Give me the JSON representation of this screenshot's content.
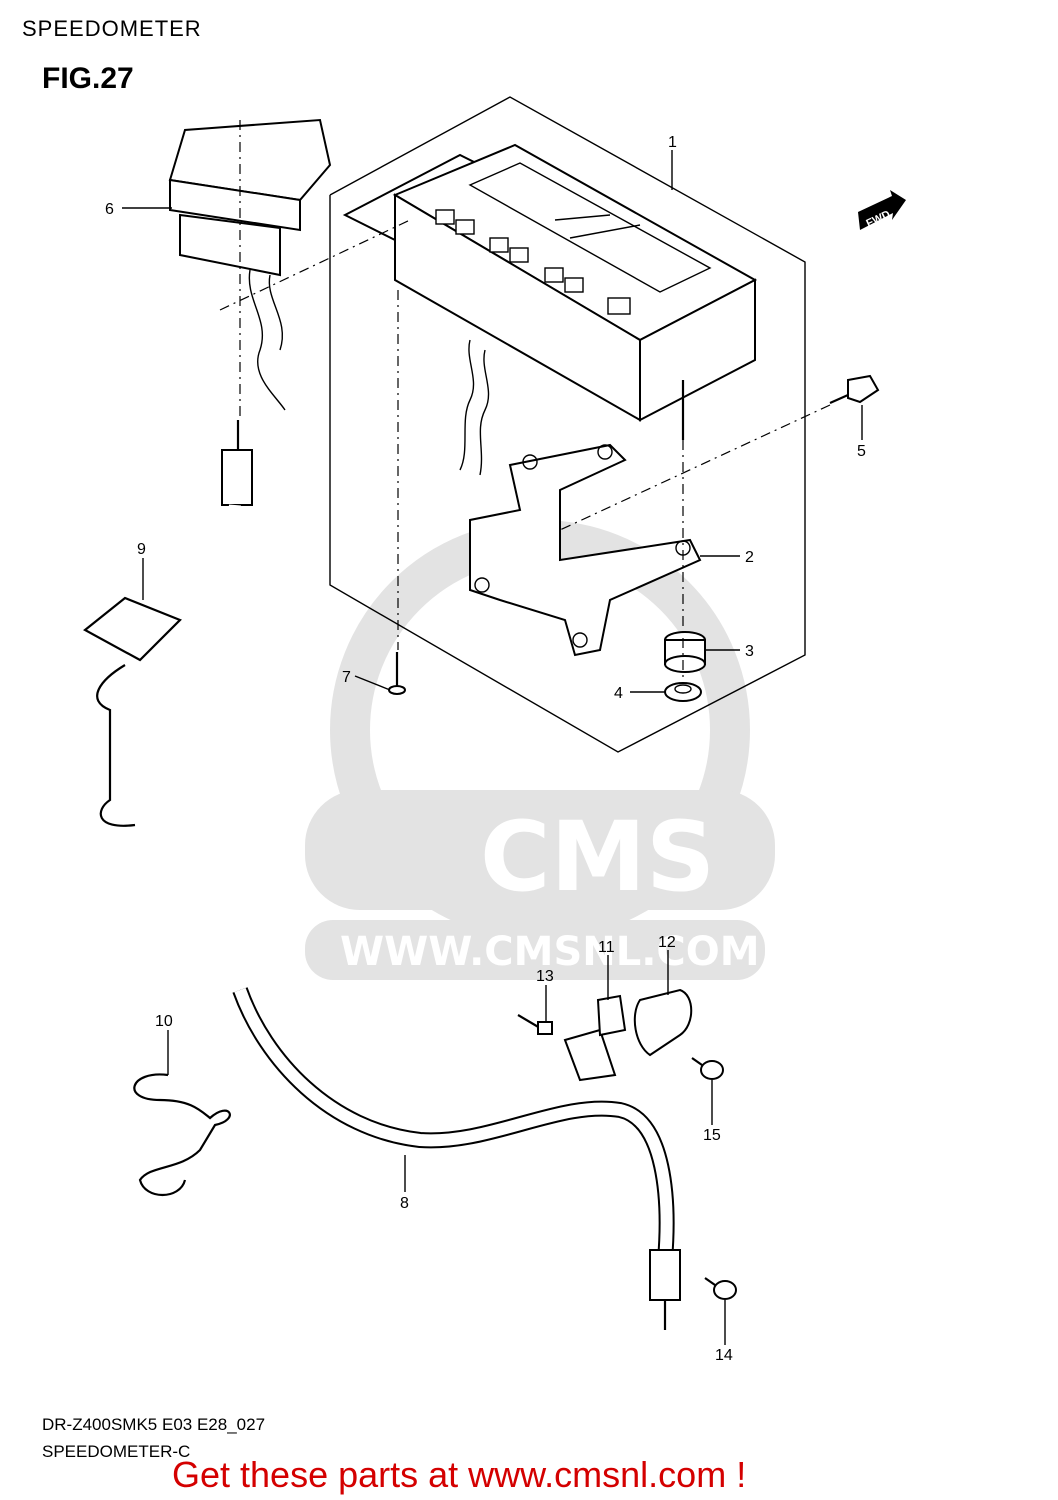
{
  "header": {
    "title": "SPEEDOMETER",
    "figure": "FIG.27"
  },
  "watermark": {
    "brand": "CMS",
    "url": "WWW.CMSNL.COM"
  },
  "fwd_label": "FWD",
  "callouts": {
    "p1": "1",
    "p2": "2",
    "p3": "3",
    "p4": "4",
    "p5": "5",
    "p6": "6",
    "p7": "7",
    "p8": "8",
    "p9": "9",
    "p10": "10",
    "p11": "11",
    "p12": "12",
    "p13": "13",
    "p14": "14",
    "p15": "15"
  },
  "footer": {
    "model_code": "DR-Z400SMK5 E03 E28_027",
    "section_name": "SPEEDOMETER-C",
    "call_to_action": "Get these parts at www.cmsnl.com !"
  }
}
